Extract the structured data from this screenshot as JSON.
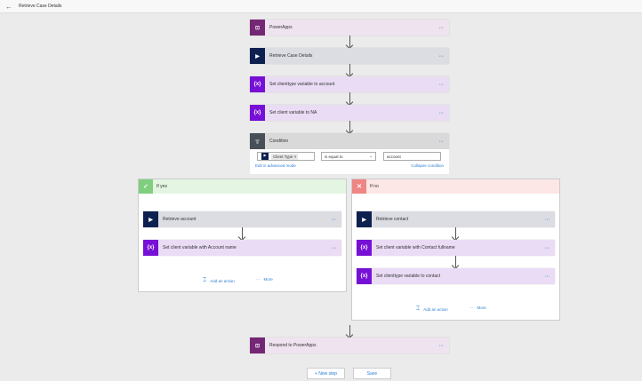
{
  "header": {
    "title": "Retrieve Case Details"
  },
  "steps": {
    "powerapps": "PowerApps",
    "retrieve_case": "Retrieve Case Details",
    "set_clienttype": "Set clienttype variable to account",
    "set_client_na": "Set client variable to NA",
    "condition": "Condition",
    "respond": "Respond to PowerApps"
  },
  "condition": {
    "token": "Client Type",
    "token_remove": "×",
    "operator": "is equal to",
    "value": "account",
    "advanced_link": "Edit in advanced mode",
    "collapse_link": "Collapse condition"
  },
  "yes": {
    "title": "If yes",
    "steps": [
      "Retrieve account",
      "Set client variable with Account name"
    ],
    "add_action": "Add an action",
    "more": "More"
  },
  "no": {
    "title": "If no",
    "steps": [
      "Retrieve contact",
      "Set client variable with Contact fullname",
      "Set clienttype variable to contact"
    ],
    "add_action": "Add an action",
    "more": "More"
  },
  "footer": {
    "new_step": "+ New step",
    "save": "Save"
  },
  "icons": {
    "menu": "···",
    "variable": "{x}"
  },
  "colors": {
    "powerapps": "#742774",
    "dynamics": "#0e2050",
    "variable": "#7710d6",
    "condition": "#484f58",
    "link": "#2a7fd4"
  }
}
